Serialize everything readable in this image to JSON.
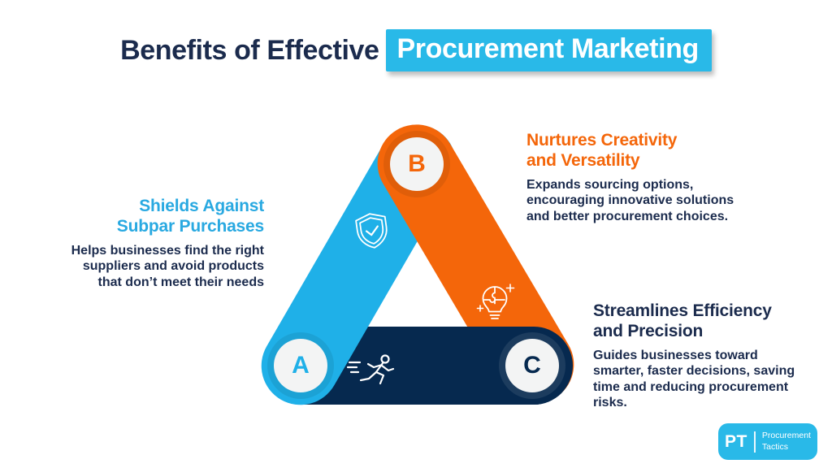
{
  "title": {
    "plain": "Benefits of Effective",
    "highlight": "Procurement Marketing"
  },
  "nodes": [
    {
      "letter": "A"
    },
    {
      "letter": "B"
    },
    {
      "letter": "C"
    }
  ],
  "benefits": [
    {
      "node": "A",
      "heading": "Shields Against\nSubpar Purchases",
      "body": "Helps businesses find the right\nsuppliers and avoid products\nthat don’t meet their needs"
    },
    {
      "node": "B",
      "heading": "Nurtures Creativity\nand Versatility",
      "body": "Expands sourcing options,\nencouraging innovative solutions\nand better procurement choices."
    },
    {
      "node": "C",
      "heading": "Streamlines Efficiency\nand Precision",
      "body": "Guides businesses toward\nsmarter, faster decisions, saving\ntime and reducing procurement\nrisks."
    }
  ],
  "icons": [
    {
      "name": "shield-check-icon",
      "arm": "cyan-left-arm"
    },
    {
      "name": "puzzle-bulb-idea-icon",
      "arm": "orange-right-arm"
    },
    {
      "name": "runner-icon",
      "arm": "navy-bottom-arm"
    }
  ],
  "colors": {
    "cyan": "#1FB0E8",
    "orange": "#F4660A",
    "navy": "#06294F",
    "text_navy": "#1B2B4D",
    "highlight_bg": "#29B9E8",
    "heading_cyan": "#29A9E1"
  },
  "logo": {
    "monogram": "PT",
    "line1": "Procurement",
    "line2": "Tactics"
  }
}
